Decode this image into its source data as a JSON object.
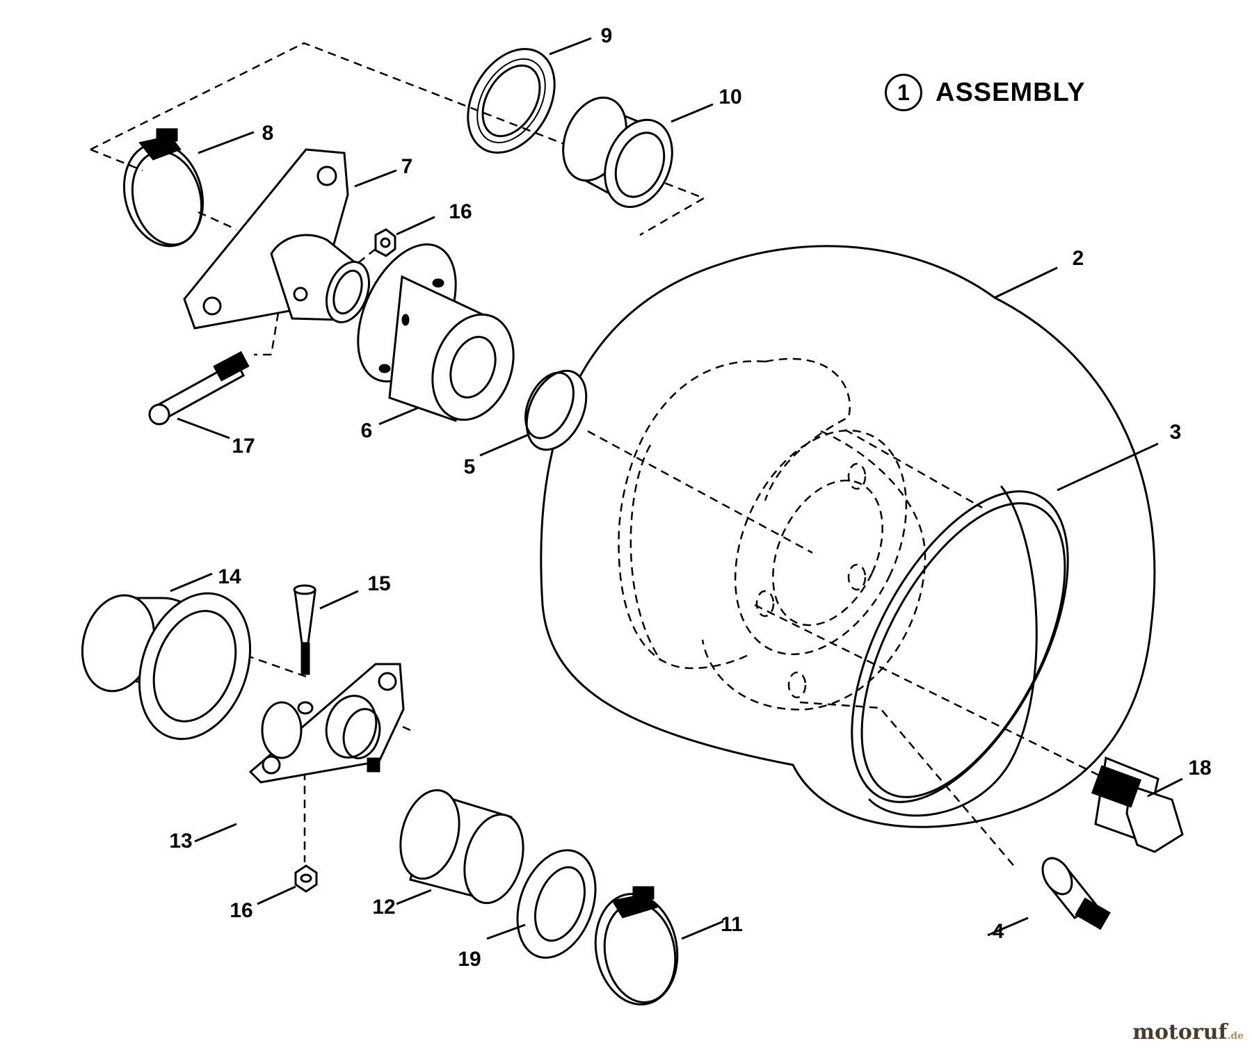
{
  "legend": {
    "number": "1",
    "text": "ASSEMBLY"
  },
  "callouts": {
    "c2": "2",
    "c3": "3",
    "c4": "4",
    "c5": "5",
    "c6": "6",
    "c7": "7",
    "c8": "8",
    "c9": "9",
    "c10": "10",
    "c11": "11",
    "c12": "12",
    "c13": "13",
    "c14": "14",
    "c15": "15",
    "c16a": "16",
    "c16b": "16",
    "c17": "17",
    "c18": "18",
    "c19": "19"
  },
  "watermark": {
    "name": "motoruf",
    "suffix": ".de"
  }
}
